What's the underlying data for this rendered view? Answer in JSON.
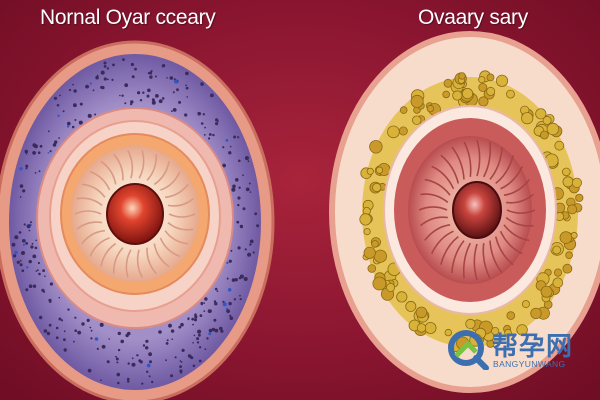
{
  "titles": {
    "left": "Nornal Oyar cceary",
    "right": "Ovaary sary"
  },
  "watermark": {
    "brand": "帮孕网",
    "subtitle": "BANGYUNWANG"
  },
  "colors": {
    "background": "#8a1530",
    "left_outer_ring": "#e79a86",
    "left_cell_layer": "#8e76b8",
    "left_inner_ring": "#f1c2b6",
    "core": "#b8241c",
    "right_outer_ring": "#f7dccb",
    "right_follicle_ring": "#d9b23a",
    "right_inner_ring": "#c95b5b",
    "watermark": "#3d6fb0"
  }
}
